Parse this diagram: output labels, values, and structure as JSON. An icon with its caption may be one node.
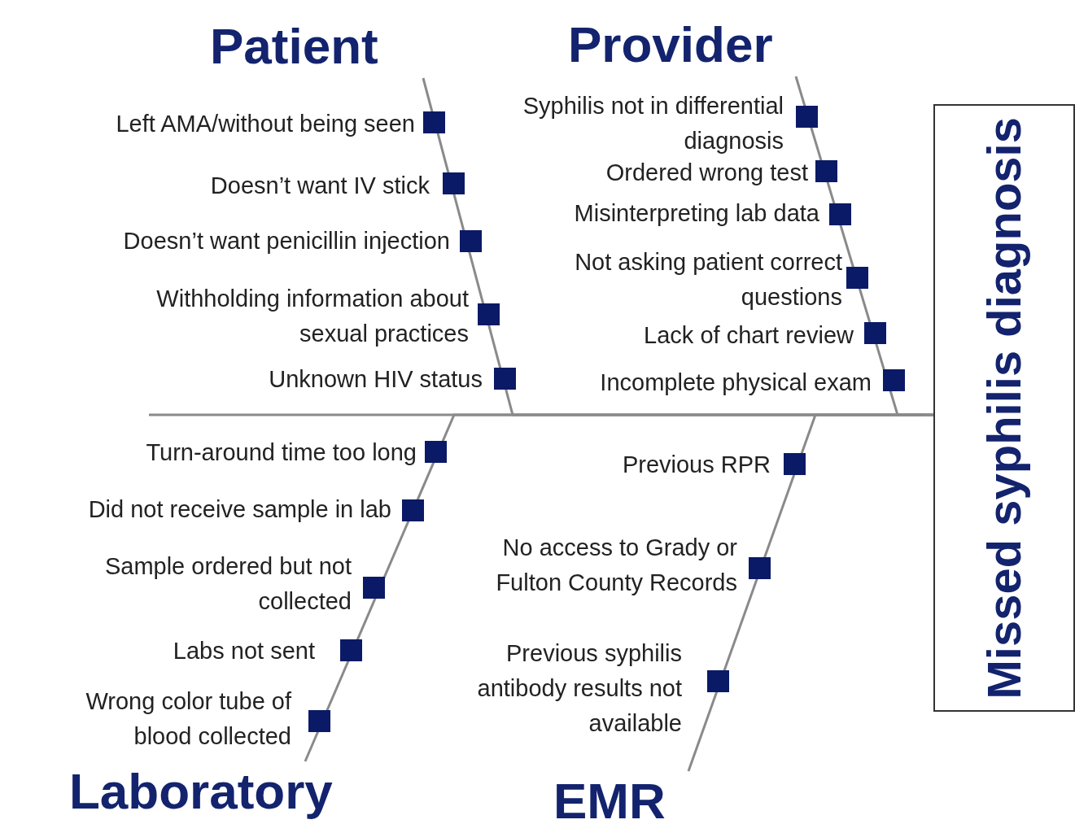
{
  "diagram": {
    "nodes": [
      {
        "text": [
          "Patient"
        ]
      },
      {
        "text": [
          "Provider"
        ]
      },
      {
        "text": [
          "Laboratory"
        ]
      },
      {
        "text": [
          "EMR"
        ]
      },
      {
        "text": [
          "Missed syphilis diagnosis"
        ]
      }
    ],
    "edges": [
      {
        "from": 0,
        "to": 4,
        "arrow": "none"
      },
      {
        "from": 1,
        "to": 4,
        "arrow": "none"
      },
      {
        "from": 2,
        "to": 4,
        "arrow": "none"
      },
      {
        "from": 3,
        "to": 4,
        "arrow": "none"
      }
    ],
    "labels": [
      "Left AMA/without being seen",
      "Doesn’t want IV stick",
      "Doesn’t want penicillin injection",
      "Withholding information about sexual practices",
      "Unknown HIV status",
      "Syphilis not in differential diagnosis",
      "Ordered wrong test",
      "Misinterpreting lab data",
      "Not asking patient correct questions",
      "Lack of chart review",
      "Incomplete physical exam",
      "Turn-around time too long",
      "Did not receive sample in lab",
      "Sample ordered but not collected",
      "Labs not sent",
      "Wrong color tube of blood collected",
      "Previous RPR",
      "No access to Grady or Fulton County Records",
      "Previous syphilis antibody results not available"
    ]
  }
}
